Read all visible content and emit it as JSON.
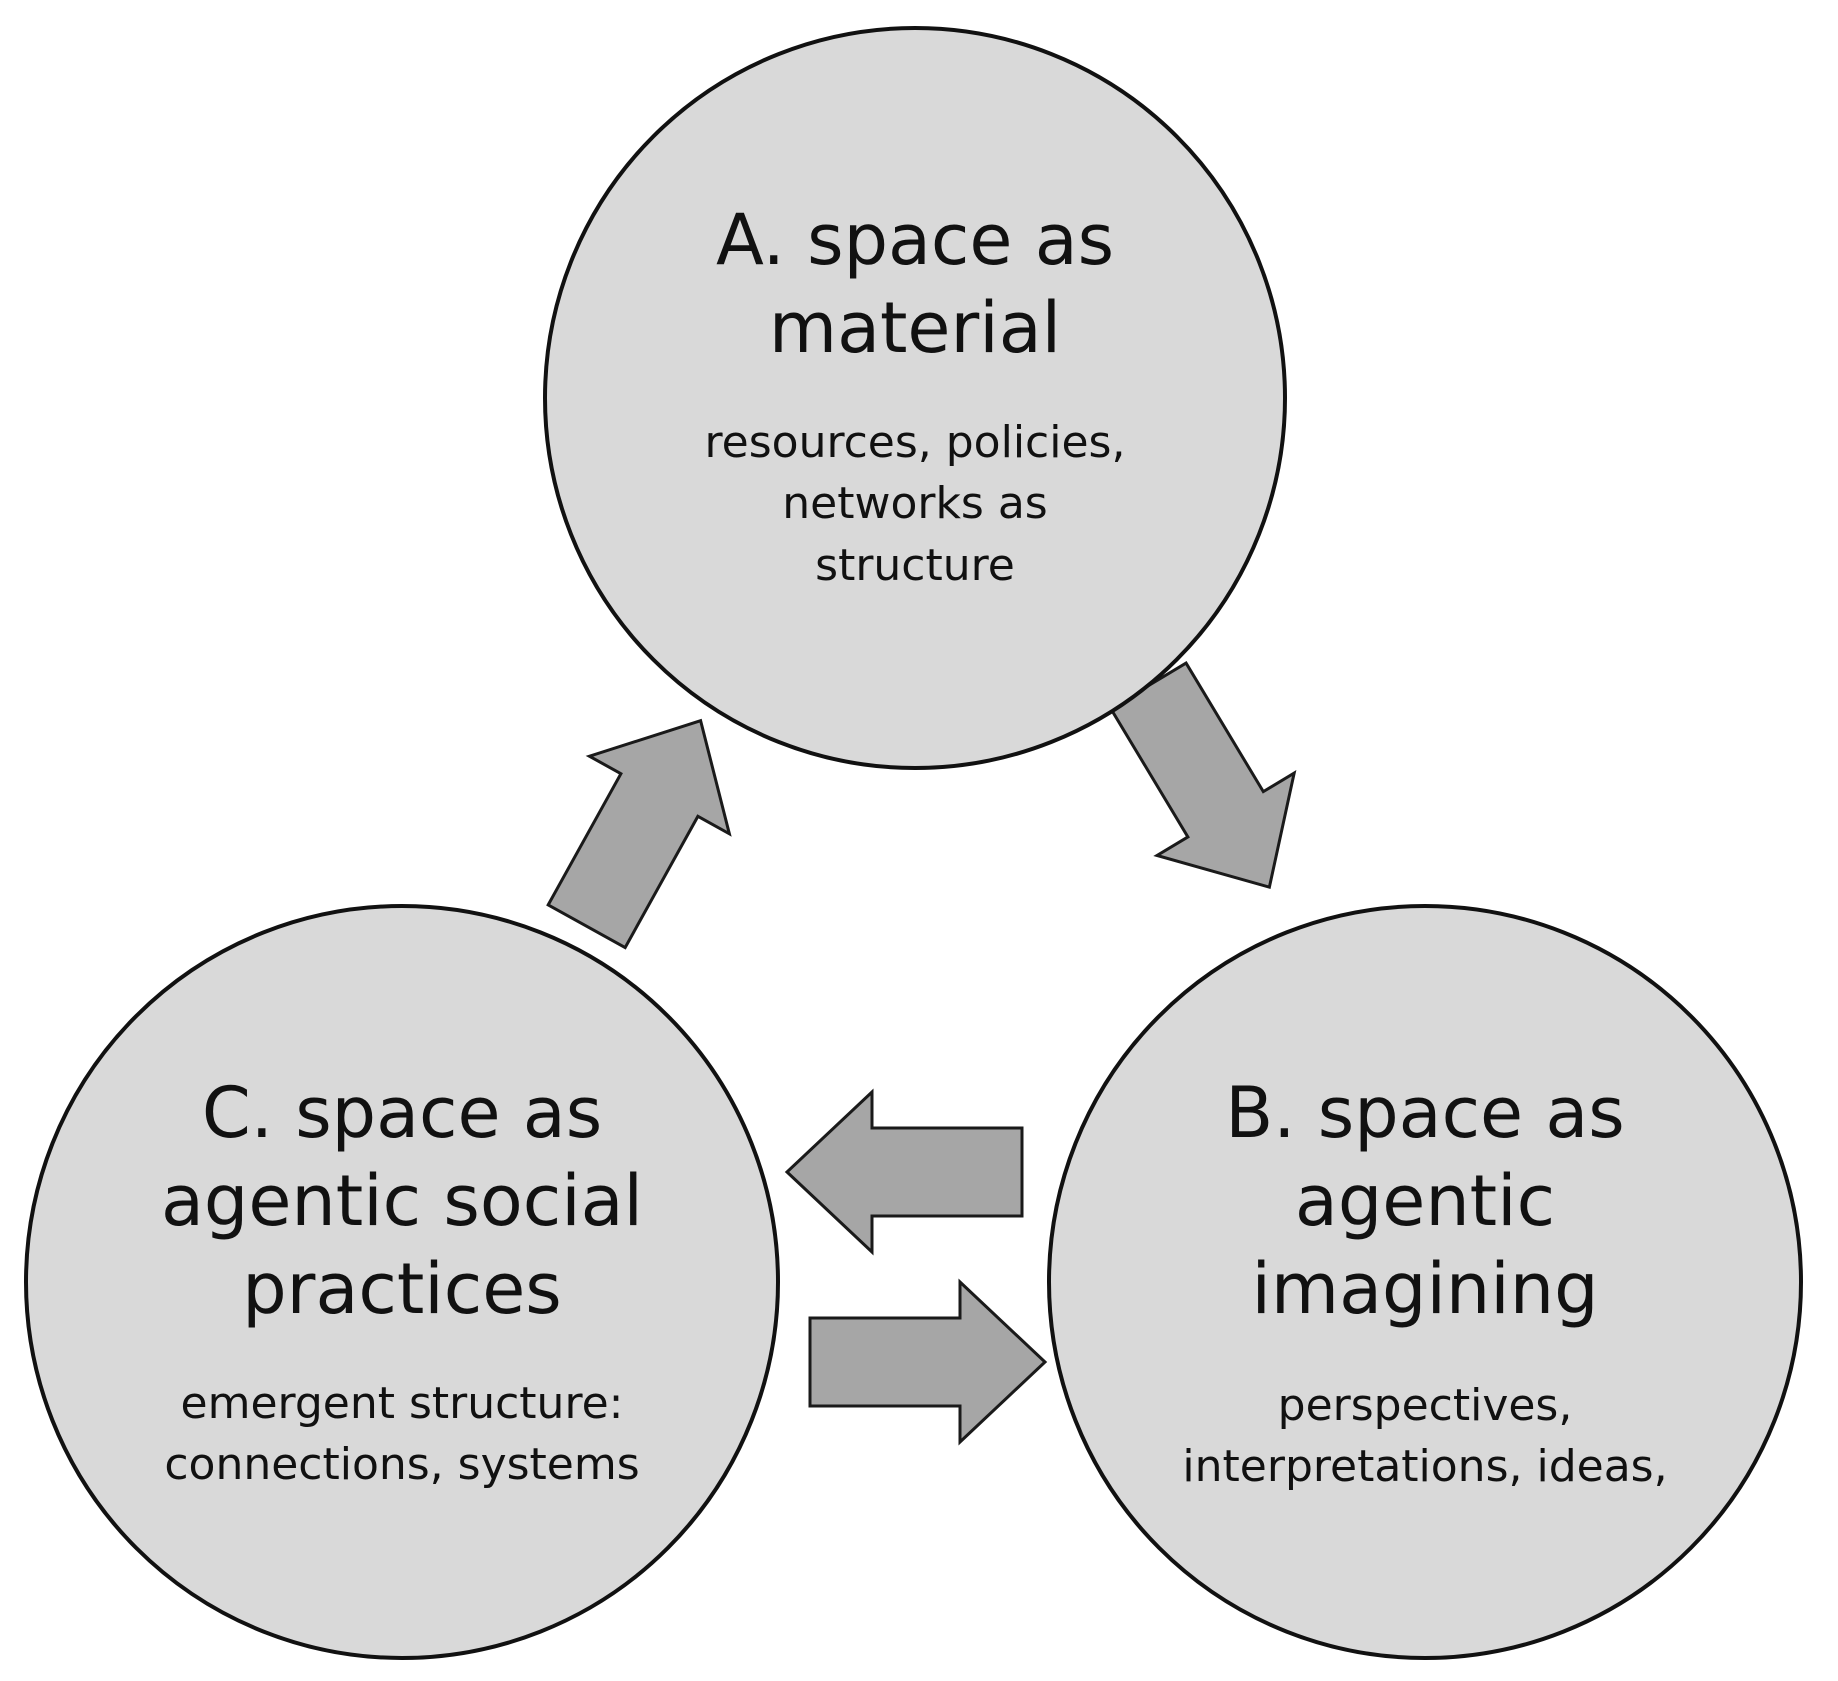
{
  "nodes": {
    "a": {
      "title": [
        "A. space as",
        "material"
      ],
      "subtitle": [
        "resources, policies,",
        "networks as",
        "structure"
      ]
    },
    "b": {
      "title": [
        "B. space as",
        "agentic",
        "imagining"
      ],
      "subtitle": [
        "perspectives,",
        "interpretations, ideas,"
      ]
    },
    "c": {
      "title": [
        "C. space as",
        "agentic social",
        "practices"
      ],
      "subtitle": [
        "emergent structure:",
        "connections, systems"
      ]
    }
  },
  "arrows": [
    {
      "from": "c",
      "to": "a"
    },
    {
      "from": "a",
      "to": "b"
    },
    {
      "from": "b",
      "to": "c"
    },
    {
      "from": "c",
      "to": "b"
    }
  ]
}
